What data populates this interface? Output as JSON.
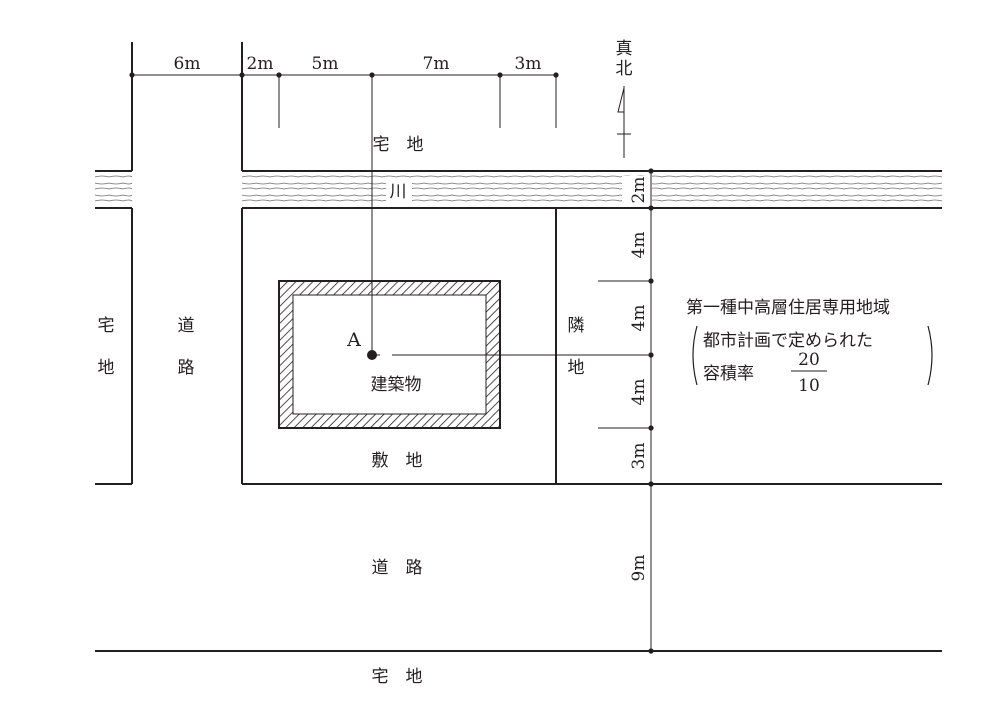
{
  "labels": {
    "residential_top": "宅　地",
    "river": "川",
    "residential_left_1": "宅",
    "residential_left_2": "地",
    "road_left_1": "道",
    "road_left_2": "路",
    "neighbor_1": "隣",
    "neighbor_2": "地",
    "point_a": "A",
    "building": "建築物",
    "site": "敷　地",
    "road_bottom": "道　路",
    "residential_bottom": "宅　地",
    "north_1": "真",
    "north_2": "北"
  },
  "dimensions": {
    "top": [
      "6m",
      "2m",
      "5m",
      "7m",
      "3m"
    ],
    "right": [
      "2m",
      "4m",
      "4m",
      "4m",
      "3m",
      "9m"
    ]
  },
  "zoning": {
    "line1": "第一種中高層住居専用地域",
    "line2": "都市計画で定められた",
    "line3": "容積率",
    "ratio_numerator": "20",
    "ratio_denominator": "10"
  },
  "colors": {
    "ink": "#231f20",
    "river_wave": "#6d6e71"
  }
}
